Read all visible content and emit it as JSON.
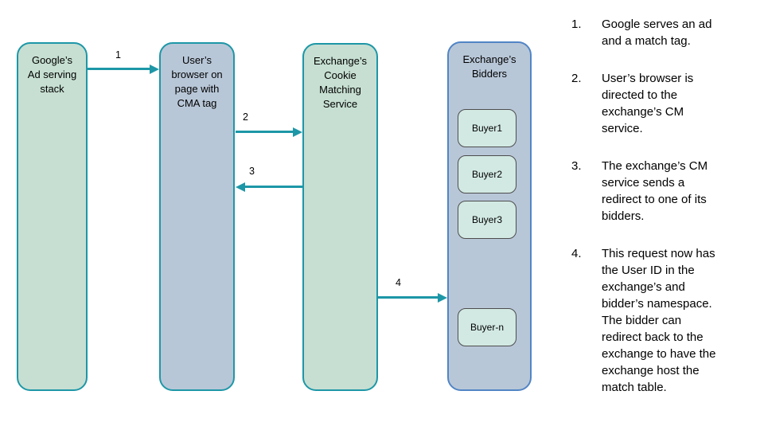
{
  "diagram": {
    "boxes": [
      {
        "label": "Google’s\nAd serving\nstack"
      },
      {
        "label": "User’s\nbrowser on\npage with\nCMA tag"
      },
      {
        "label": "Exchange’s\nCookie\nMatching\nService"
      },
      {
        "label": "Exchange’s\nBidders"
      }
    ],
    "buyers": [
      "Buyer1",
      "Buyer2",
      "Buyer3",
      "Buyer-n"
    ],
    "arrows": [
      "1",
      "2",
      "3",
      "4"
    ],
    "colors": {
      "teal_border": "#1d97a7",
      "green_fill": "#c6dfd2",
      "blue_fill": "#b8c7d8",
      "bidders_border": "#5185c5",
      "buyer_fill": "#d2e9e3",
      "buyer_border": "#4d4d4d"
    }
  },
  "steps": [
    {
      "num": "1.",
      "text": "Google serves an ad\nand a match tag."
    },
    {
      "num": "2.",
      "text": "User’s browser is\ndirected to the\nexchange’s CM\nservice."
    },
    {
      "num": "3.",
      "text": "The exchange’s CM\nservice sends a\nredirect to one of its\nbidders."
    },
    {
      "num": "4.",
      "text": "This request now has\nthe User ID in the\nexchange’s and\nbidder’s namespace.\nThe bidder can\nredirect back to the\nexchange to have the\nexchange host the\nmatch table."
    }
  ]
}
